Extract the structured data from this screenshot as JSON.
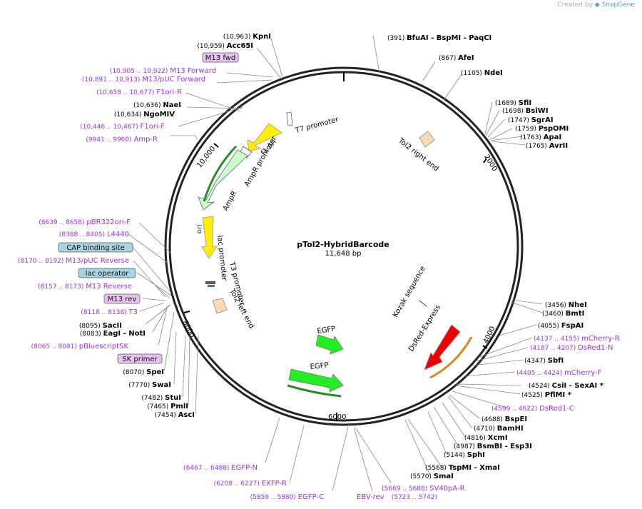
{
  "credit": {
    "prefix": "Created by",
    "brand": "SnapGene"
  },
  "plasmid": {
    "name": "pTol2-HybridBarcode",
    "length": "11,648 bp"
  },
  "scale_ticks": [
    "2000",
    "4000",
    "6000",
    "8000",
    "10,000"
  ],
  "colors": {
    "enzyme_text": "#000000",
    "primer_text": "#9b30d9",
    "feature_yellow": "#ffee00",
    "feature_green": "#22ee22",
    "feature_red": "#ee0000",
    "promoter_green": "#ccffcc",
    "ori_orange": "#ffd9b3",
    "boxed_blue": "#a9d3e0",
    "boxed_purple": "#e6c3f2"
  },
  "labels_left": [
    {
      "pos": "(10,963)",
      "name": "KpnI",
      "kind": "enzyme"
    },
    {
      "pos": "(10,959)",
      "name": "Acc65I",
      "kind": "enzyme"
    },
    {
      "pos": "",
      "name": "M13 fwd",
      "kind": "boxed-purple"
    },
    {
      "pos": "(10,905 .. 10,922)",
      "name": "M13 Forward",
      "kind": "primer"
    },
    {
      "pos": "(10,891 .. 10,913)",
      "name": "M13/pUC Forward",
      "kind": "primer"
    },
    {
      "pos": "(10,658 .. 10,677)",
      "name": "F1ori-R",
      "kind": "primer"
    },
    {
      "pos": "(10,636)",
      "name": "NaeI",
      "kind": "enzyme"
    },
    {
      "pos": "(10,634)",
      "name": "NgoMIV",
      "kind": "enzyme"
    },
    {
      "pos": "(10,446 .. 10,467)",
      "name": "F1ori-F",
      "kind": "primer"
    },
    {
      "pos": "(9941 .. 9960)",
      "name": "Amp-R",
      "kind": "primer"
    },
    {
      "pos": "(8639 .. 8658)",
      "name": "pBR322ori-F",
      "kind": "primer"
    },
    {
      "pos": "(8388 .. 8405)",
      "name": "L4440",
      "kind": "primer"
    },
    {
      "pos": "",
      "name": "CAP binding site",
      "kind": "boxed-blue"
    },
    {
      "pos": "(8170 .. 8192)",
      "name": "M13/pUC Reverse",
      "kind": "primer"
    },
    {
      "pos": "",
      "name": "lac operator",
      "kind": "boxed-blue"
    },
    {
      "pos": "(8157 .. 8173)",
      "name": "M13 Reverse",
      "kind": "primer"
    },
    {
      "pos": "",
      "name": "M13 rev",
      "kind": "boxed-purple"
    },
    {
      "pos": "(8118 .. 8138)",
      "name": "T3",
      "kind": "primer"
    },
    {
      "pos": "(8095)",
      "name": "SacII",
      "kind": "enzyme"
    },
    {
      "pos": "(8083)",
      "name": "EagI",
      "extra": "- NotI",
      "kind": "enzyme"
    },
    {
      "pos": "(8065 .. 8081)",
      "name": "pBluescriptSK",
      "kind": "primer"
    },
    {
      "pos": "",
      "name": "SK primer",
      "kind": "boxed-purple"
    },
    {
      "pos": "(8070)",
      "name": "SpeI",
      "kind": "enzyme"
    },
    {
      "pos": "(7770)",
      "name": "SwaI",
      "kind": "enzyme"
    },
    {
      "pos": "(7482)",
      "name": "StuI",
      "kind": "enzyme"
    },
    {
      "pos": "(7465)",
      "name": "PmlI",
      "kind": "enzyme"
    },
    {
      "pos": "(7454)",
      "name": "AscI",
      "kind": "enzyme"
    }
  ],
  "labels_right": [
    {
      "pos": "(391)",
      "name": "BfuAI",
      "extra": "- BspMI  - PaqCI",
      "kind": "enzyme"
    },
    {
      "pos": "(867)",
      "name": "AfeI",
      "kind": "enzyme"
    },
    {
      "pos": "(1105)",
      "name": "NdeI",
      "kind": "enzyme"
    },
    {
      "pos": "(1689)",
      "name": "SfiI",
      "kind": "enzyme"
    },
    {
      "pos": "(1698)",
      "name": "BsiWI",
      "kind": "enzyme"
    },
    {
      "pos": "(1747)",
      "name": "SgrAI",
      "kind": "enzyme"
    },
    {
      "pos": "(1759)",
      "name": "PspOMI",
      "kind": "enzyme"
    },
    {
      "pos": "(1763)",
      "name": "ApaI",
      "kind": "enzyme"
    },
    {
      "pos": "(1765)",
      "name": "AvrII",
      "kind": "enzyme"
    },
    {
      "pos": "(3456)",
      "name": "NheI",
      "kind": "enzyme"
    },
    {
      "pos": "(3460)",
      "name": "BmtI",
      "kind": "enzyme"
    },
    {
      "pos": "(4055)",
      "name": "FspAI",
      "kind": "enzyme"
    },
    {
      "pos": "(4137 .. 4155)",
      "name": "mCherry-R",
      "kind": "primer"
    },
    {
      "pos": "(4187 .. 4207)",
      "name": "DsRed1-N",
      "kind": "primer"
    },
    {
      "pos": "(4347)",
      "name": "SbfI",
      "kind": "enzyme"
    },
    {
      "pos": "(4405 .. 4424)",
      "name": "mCherry-F",
      "kind": "primer"
    },
    {
      "pos": "(4524)",
      "name": "CsiI",
      "extra": "- SexAI *",
      "kind": "enzyme"
    },
    {
      "pos": "(4525)",
      "name": "PflMI *",
      "kind": "enzyme"
    },
    {
      "pos": "(4599 .. 4622)",
      "name": "DsRed1-C",
      "kind": "primer"
    },
    {
      "pos": "(4688)",
      "name": "BspEI",
      "kind": "enzyme"
    },
    {
      "pos": "(4710)",
      "name": "BamHI",
      "kind": "enzyme"
    },
    {
      "pos": "(4816)",
      "name": "XcmI",
      "kind": "enzyme"
    },
    {
      "pos": "(4987)",
      "name": "BsmBI",
      "extra": "- Esp3I",
      "kind": "enzyme"
    },
    {
      "pos": "(5144)",
      "name": "SphI",
      "kind": "enzyme"
    },
    {
      "pos": "(5568)",
      "name": "TspMI",
      "extra": "- XmaI",
      "kind": "enzyme"
    },
    {
      "pos": "(5570)",
      "name": "SmaI",
      "kind": "enzyme"
    }
  ],
  "labels_bottom": [
    {
      "pos": "(6467 .. 6488)",
      "name": "EGFP-N",
      "kind": "primer"
    },
    {
      "pos": "(6208 .. 6227)",
      "name": "EXFP-R",
      "kind": "primer"
    },
    {
      "pos": "(5859 .. 5880)",
      "name": "EGFP-C",
      "kind": "primer"
    },
    {
      "pos": "",
      "name": "EBV-rev",
      "kind": "primer"
    },
    {
      "pos": "(5669 .. 5688)",
      "name": "SV40pA-R",
      "kind": "primer"
    },
    {
      "pos": "(5723 .. 5742)",
      "name": "",
      "kind": "primer"
    }
  ],
  "features": [
    {
      "name": "T7 promoter"
    },
    {
      "name": "f1 ori"
    },
    {
      "name": "AmpR promoter"
    },
    {
      "name": "AmpR"
    },
    {
      "name": "ori"
    },
    {
      "name": "lac promoter"
    },
    {
      "name": "T3 promoter"
    },
    {
      "name": "Tol2 left end"
    },
    {
      "name": "Tol2 right end"
    },
    {
      "name": "Kozak sequence"
    },
    {
      "name": "DsRed-Express"
    },
    {
      "name": "EGFP"
    },
    {
      "name": "EGFP"
    }
  ]
}
